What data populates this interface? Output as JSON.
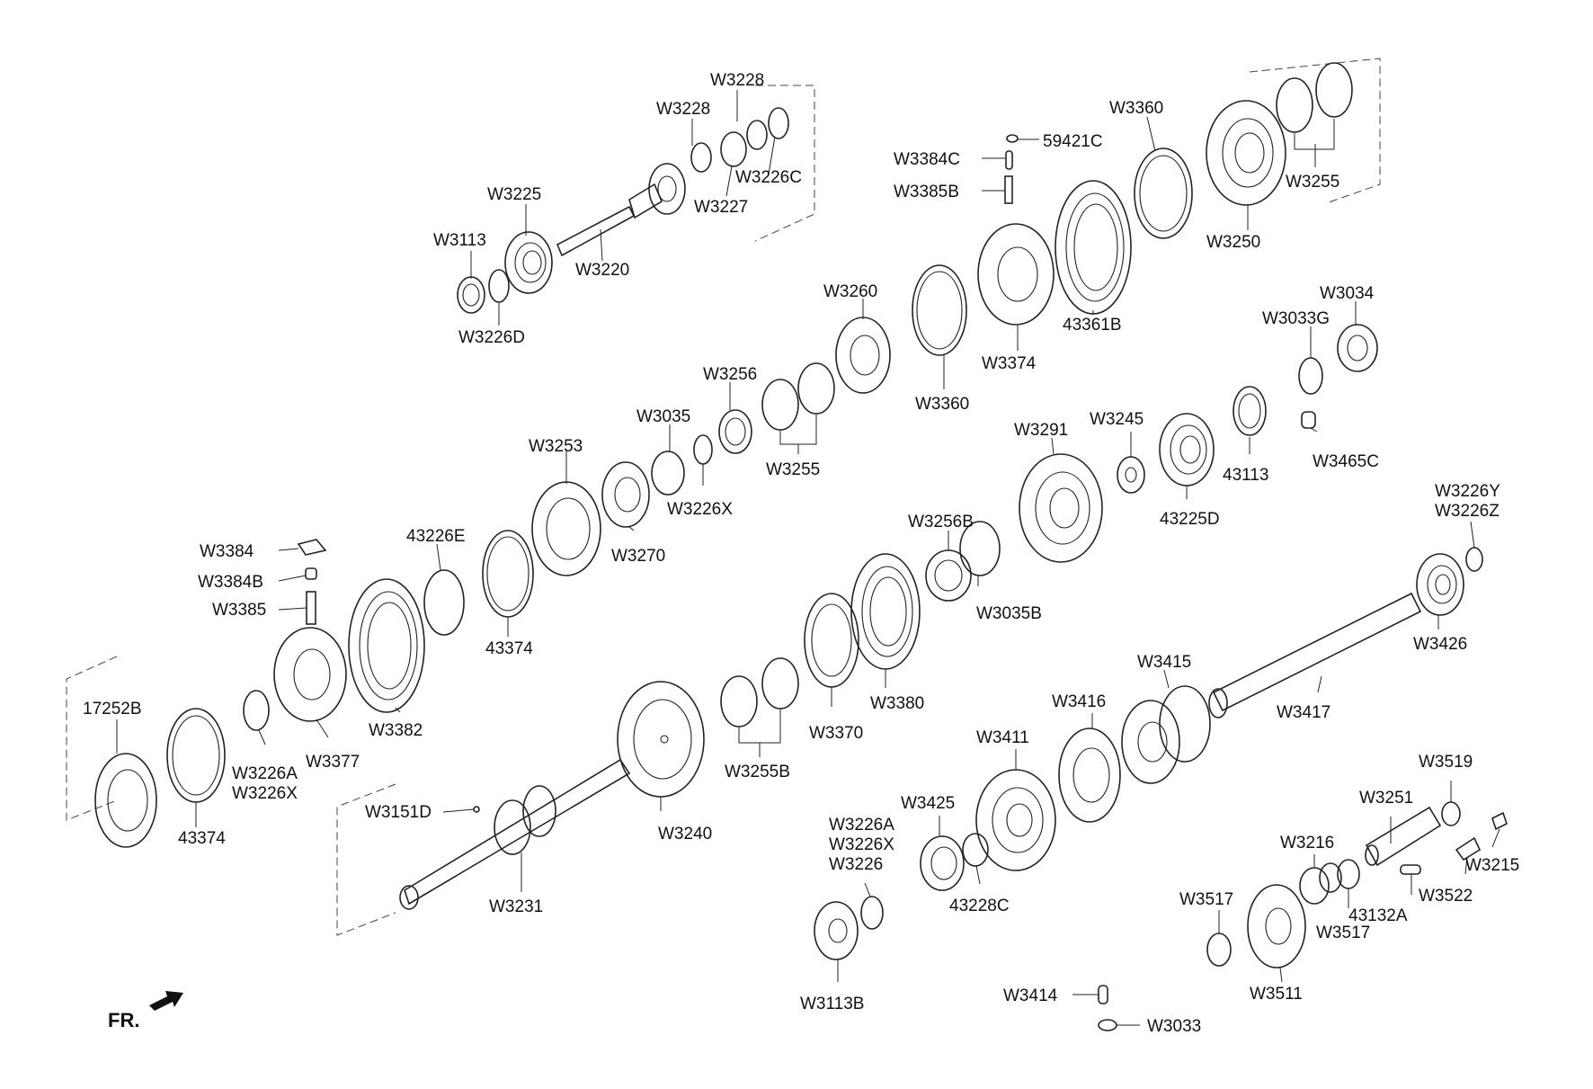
{
  "labels": {
    "W3228_top": "W3228",
    "W3228_mid": "W3228",
    "W3226C": "W3226C",
    "W3227": "W3227",
    "W3225": "W3225",
    "W3220": "W3220",
    "W3113": "W3113",
    "W3226D": "W3226D",
    "W3360_top": "W3360",
    "59421C": "59421C",
    "W3384C": "W3384C",
    "W3385B": "W3385B",
    "W3250": "W3250",
    "W3255_top": "W3255",
    "W3260": "W3260",
    "43361B": "43361B",
    "W3374": "W3374",
    "W3360_mid": "W3360",
    "W3034": "W3034",
    "W3033G": "W3033G",
    "W3256": "W3256",
    "W3035": "W3035",
    "W3255_mid": "W3255",
    "W3226X_mid": "W3226X",
    "W3253": "W3253",
    "W3270": "W3270",
    "W3291": "W3291",
    "W3245": "W3245",
    "43113": "43113",
    "W3465C": "W3465C",
    "43225D": "43225D",
    "W3226Y": "W3226Y",
    "W3226Z": "W3226Z",
    "W3384": "W3384",
    "W3384B": "W3384B",
    "W3385": "W3385",
    "43226E": "43226E",
    "43374_mid": "43374",
    "W3256B": "W3256B",
    "W3035B": "W3035B",
    "W3426": "W3426",
    "17252B": "17252B",
    "W3382": "W3382",
    "W3377": "W3377",
    "W3226A_left": "W3226A",
    "W3226X_left": "W3226X",
    "43374_low": "43374",
    "W3380": "W3380",
    "W3370": "W3370",
    "W3255B": "W3255B",
    "W3415": "W3415",
    "W3416": "W3416",
    "W3417": "W3417",
    "W3411": "W3411",
    "W3519": "W3519",
    "W3251": "W3251",
    "W3151D": "W3151D",
    "W3240": "W3240",
    "W3226A_low": "W3226A",
    "W3226X_low": "W3226X",
    "W3226_low": "W3226",
    "W3425": "W3425",
    "43228C": "43228C",
    "W3216": "W3216",
    "W3215": "W3215",
    "W3522": "W3522",
    "43132A": "43132A",
    "W3517_right": "W3517",
    "W3517_left": "W3517",
    "W3231": "W3231",
    "W3113B": "W3113B",
    "W3511": "W3511",
    "W3414": "W3414",
    "W3033": "W3033",
    "fr": "FR."
  }
}
